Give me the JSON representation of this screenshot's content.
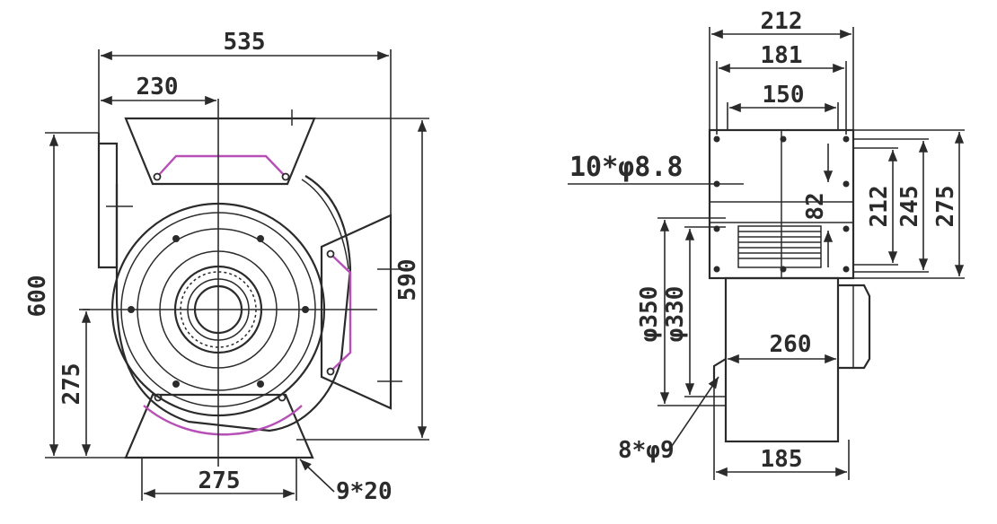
{
  "front_view": {
    "dims": {
      "overall_width": "535",
      "inlet_offset": "230",
      "overall_height": "600",
      "outlet_height": "590",
      "center_height": "275",
      "base_width": "275",
      "base_slot": "9*20"
    }
  },
  "side_view": {
    "dims": {
      "top_width": "212",
      "outlet_width": "181",
      "inner_width": "150",
      "flange_holes": "10*φ8.8",
      "hole_spacing": "82",
      "flange_h1": "212",
      "flange_h2": "245",
      "flange_h3": "275",
      "dia_outer": "φ350",
      "dia_inner": "φ330",
      "housing_width": "260",
      "inlet_holes": "8*φ9",
      "base_width": "185"
    }
  },
  "colors": {
    "line": "#2b2b2b",
    "accent": "#b64fb6",
    "background": "#ffffff"
  }
}
